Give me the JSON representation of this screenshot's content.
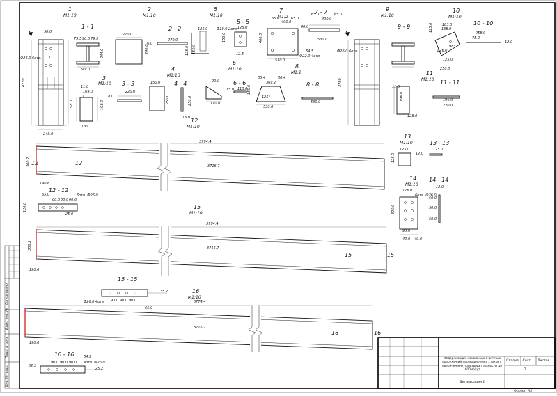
{
  "views": [
    {
      "id": "v1",
      "number": "1",
      "scale": "М1:10"
    },
    {
      "id": "v2",
      "number": "2",
      "scale": "М1:10"
    },
    {
      "id": "v3",
      "number": "3",
      "scale": "М1:10"
    },
    {
      "id": "v4",
      "number": "4",
      "scale": "М1:10"
    },
    {
      "id": "v5",
      "number": "5",
      "scale": "М1:10"
    },
    {
      "id": "v6",
      "number": "6",
      "scale": "М1:10"
    },
    {
      "id": "v7",
      "number": "7",
      "scale": "М1:2"
    },
    {
      "id": "v8",
      "number": "8",
      "scale": "М1:2"
    },
    {
      "id": "v9",
      "number": "9",
      "scale": "М1:10"
    },
    {
      "id": "v10",
      "number": "10",
      "scale": "М1:10"
    },
    {
      "id": "v11",
      "number": "11",
      "scale": "М1:10"
    },
    {
      "id": "v12",
      "number": "12",
      "scale": "М1:10"
    },
    {
      "id": "v13",
      "number": "13",
      "scale": "М1:10"
    },
    {
      "id": "v14",
      "number": "14",
      "scale": "М1:10"
    },
    {
      "id": "v15",
      "number": "15",
      "scale": "М1:10"
    },
    {
      "id": "v16",
      "number": "16",
      "scale": "М1:10"
    }
  ],
  "sections": {
    "s1": "1 - 1",
    "s2": "2 - 2",
    "s3": "3 - 3",
    "s4": "4 - 4",
    "s5": "5 - 5",
    "s6": "6 - 6",
    "s7": "7 - 7",
    "s8": "8 - 8",
    "s9": "9 - 9",
    "s10": "10 - 10",
    "s11": "11 - 11",
    "s12": "12 - 12",
    "s13": "13 - 13",
    "s14": "14 - 14",
    "s15": "15 - 15",
    "s16": "16 - 16"
  },
  "dims": {
    "col_width": "249.0",
    "col_top": "50.0",
    "col_h": "4250",
    "col_bolts": "Ф26.0 6отв.",
    "sec1_a": "79.5",
    "sec1_b": "90.0",
    "sec1_c": "79.5",
    "sec1_w": "249.0",
    "sec1_h": "244.0",
    "v2_w": "270.0",
    "v2_h": "240.0",
    "s2_w": "270.0",
    "s2_t": "16.0",
    "s2_b": "125.0",
    "v3_a": "11.0",
    "v3_b": "169.0",
    "v3_c": "198.0",
    "v3_d": "198.0",
    "v3_e": "130",
    "s3_w": "220.0",
    "s3_t": "18.0",
    "v4_w": "150.0",
    "v4_h": "250.0",
    "s4_h": "250.0",
    "v4_t": "16.0",
    "v5_d": "125.0",
    "v5_h": "150.0",
    "s5_w": "125.0",
    "s5_h": "150.0",
    "s5_bolt": "Ф19.0 2отв.",
    "s5_e": "12.5",
    "v6_w": "110.0",
    "s6_a": "90.0",
    "s6_b": "110.0",
    "s6_c": "15.0",
    "v7_a": "65.0",
    "v7_b": "65.0",
    "v7_c": "400.0",
    "v7_w": "530.0",
    "v7_h": "400.0",
    "v7_bolt": "Ф22.0 4отв.",
    "v7_e": "54.5",
    "s7_a": "65.0",
    "s7_b": "400.0",
    "s7_c": "65.0",
    "s7_w": "530.0",
    "s7_t": "40.0",
    "v8_a": "80.4",
    "v8_b": "369.2",
    "v8_c": "80.4",
    "v8_w": "530.0",
    "v8_h": "150.0",
    "v8_ang": "125°",
    "s8_w": "530.0",
    "v9_bolts": "Ф26.0 6отв.",
    "v9_h": "3750",
    "v10_a": "183.0",
    "v10_b": "138.0",
    "v10_c": "125.0",
    "v10_d": "250.0",
    "v10_e": "Ф26.0",
    "v10_f": "98°",
    "v10_g": "125.0",
    "s10_a": "258.0",
    "s10_b": "75.0",
    "s10_c": "12.0",
    "v11_a": "11.0",
    "v11_b": "196.0",
    "v11_c": "128.0",
    "s11_w": "196.0",
    "s11_b": "220.0",
    "beam12_len": "3774.4",
    "beam12_in": "3716.7",
    "beam12_h": "300.2",
    "beam12_e": "190.6",
    "sec12_a": "65.0",
    "sec12_b": "90.0",
    "sec12_c": "90.0",
    "sec12_d": "90.0",
    "sec12_bolt": "6отв. Ф26.0",
    "sec12_t": "25.0",
    "sec12_h": "120.0",
    "v13_w": "125.0",
    "v13_h": "125.0",
    "s13_w": "125.0",
    "s13_t": "12.0",
    "v14_w": "176.0",
    "v14_bolt": "6отв. Ф26.0",
    "v14_h": "320.0",
    "v14_a": "90.0",
    "v14_b": "40.0",
    "s14_a": "12.0",
    "s14_b": "50.0",
    "s14_c": "50.0",
    "s14_d": "50.0",
    "beam15_len": "3774.4",
    "beam15_in": "3716.7",
    "beam15_h": "300.2",
    "beam15_e": "190.6",
    "sec15_a": "35.2",
    "sec15_b": "90.0",
    "sec15_c": "90.0",
    "sec15_d": "90.0",
    "sec15_bolt": "Ф26.0 4отв.",
    "beam16_len": "3774.4",
    "beam16_in": "3716.7",
    "beam16_a": "65.0",
    "beam16_e": "190.6",
    "sec16_a": "54.9",
    "sec16_b": "90.0",
    "sec16_c": "90.0",
    "sec16_d": "90.0",
    "sec16_e": "32.3",
    "sec16_bolt": "4отв. Ф26.0",
    "sec16_t": "25.2"
  },
  "side_stamp": [
    "Согласовано",
    "Инв. № подл.",
    "Подп. и дата",
    "Взам. инв. №"
  ],
  "title_block": {
    "description": "Модернизация локальных очистных сооружений промышленных стоков с увеличением производительности до 1600м³/сут.",
    "stage_header": "Стадия",
    "sheet_header": "Лист",
    "sheets_header": "Листов",
    "stage_value": "П",
    "drawing_name": "Детализация 1",
    "format": "Формат А3"
  }
}
